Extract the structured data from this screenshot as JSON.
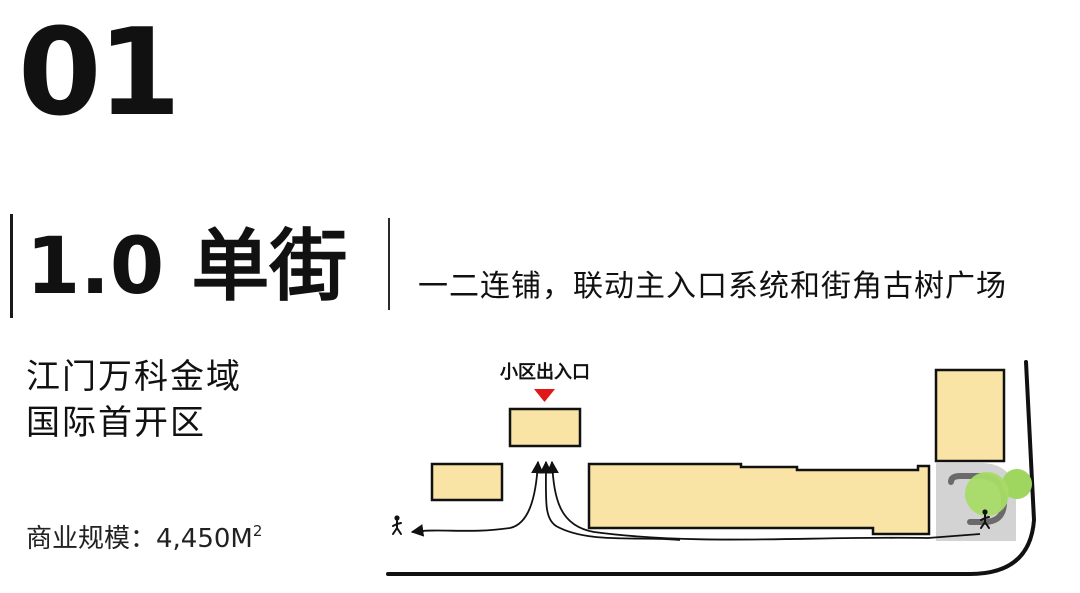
{
  "header": {
    "section_number": "01",
    "section_title": "1.0 单街",
    "subtitle": "一二连铺，联动主入口系统和街角古树广场"
  },
  "project": {
    "name_line1": "江门万科金域",
    "name_line2": "国际首开区",
    "area_label": "商业规模：4,450M",
    "area_superscript": "2"
  },
  "diagram": {
    "entrance_label": "小区出入口",
    "colors": {
      "building_fill": "#f9e4a6",
      "building_stroke": "#111111",
      "entrance_marker": "#e01818",
      "plaza_gray": "#d3d3d3",
      "tree_green": "#9ed65f"
    },
    "icons": [
      "pedestrian-icon",
      "pedestrian-icon",
      "entrance-arrow-icon",
      "tree-icon"
    ]
  }
}
